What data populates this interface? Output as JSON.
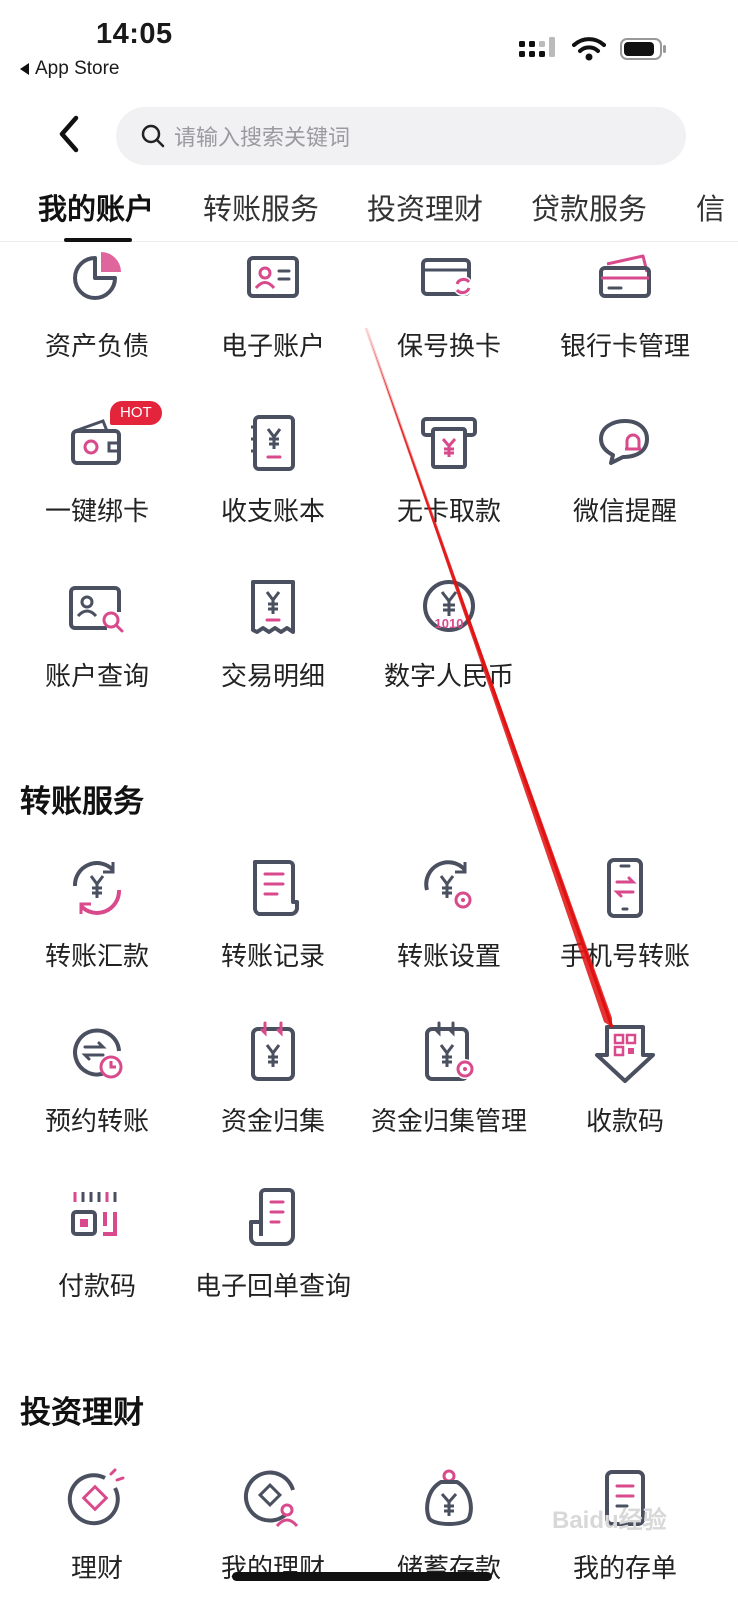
{
  "status": {
    "time": "14:05",
    "back_app": "App Store"
  },
  "search": {
    "placeholder": "请输入搜索关键词"
  },
  "tabs": [
    "我的账户",
    "转账服务",
    "投资理财",
    "贷款服务",
    "信"
  ],
  "my_account": {
    "items": [
      {
        "label": "资产负债",
        "icon": "pie-chart-icon"
      },
      {
        "label": "电子账户",
        "icon": "id-card-icon"
      },
      {
        "label": "保号换卡",
        "icon": "card-swap-icon"
      },
      {
        "label": "银行卡管理",
        "icon": "card-stack-icon"
      },
      {
        "label": "一键绑卡",
        "icon": "wallet-gear-icon",
        "badge": "HOT"
      },
      {
        "label": "收支账本",
        "icon": "ledger-icon"
      },
      {
        "label": "无卡取款",
        "icon": "atm-icon"
      },
      {
        "label": "微信提醒",
        "icon": "chat-bell-icon"
      },
      {
        "label": "账户查询",
        "icon": "account-search-icon"
      },
      {
        "label": "交易明细",
        "icon": "receipt-icon"
      },
      {
        "label": "数字人民币",
        "icon": "digital-rmb-icon"
      }
    ]
  },
  "transfer": {
    "title": "转账服务",
    "items": [
      {
        "label": "转账汇款",
        "icon": "transfer-cycle-icon"
      },
      {
        "label": "转账记录",
        "icon": "record-scroll-icon"
      },
      {
        "label": "转账设置",
        "icon": "transfer-settings-icon"
      },
      {
        "label": "手机号转账",
        "icon": "phone-transfer-icon"
      },
      {
        "label": "预约转账",
        "icon": "scheduled-transfer-icon"
      },
      {
        "label": "资金归集",
        "icon": "fund-collect-icon"
      },
      {
        "label": "资金归集管理",
        "icon": "fund-collect-manage-icon"
      },
      {
        "label": "收款码",
        "icon": "receive-code-icon"
      },
      {
        "label": "付款码",
        "icon": "pay-code-icon"
      },
      {
        "label": "电子回单查询",
        "icon": "e-receipt-icon"
      }
    ]
  },
  "invest": {
    "title": "投资理财",
    "items": [
      {
        "label": "理财",
        "icon": "wealth-icon"
      },
      {
        "label": "我的理财",
        "icon": "my-wealth-icon"
      },
      {
        "label": "储蓄存款",
        "icon": "savings-bag-icon"
      },
      {
        "label": "我的存单",
        "icon": "deposit-slip-icon"
      }
    ]
  },
  "watermark": "Baidu经验",
  "colors": {
    "icon_stroke": "#4a5060",
    "accent": "#d94a8c",
    "badge": "#e4243a",
    "annotation": "#e01010"
  }
}
